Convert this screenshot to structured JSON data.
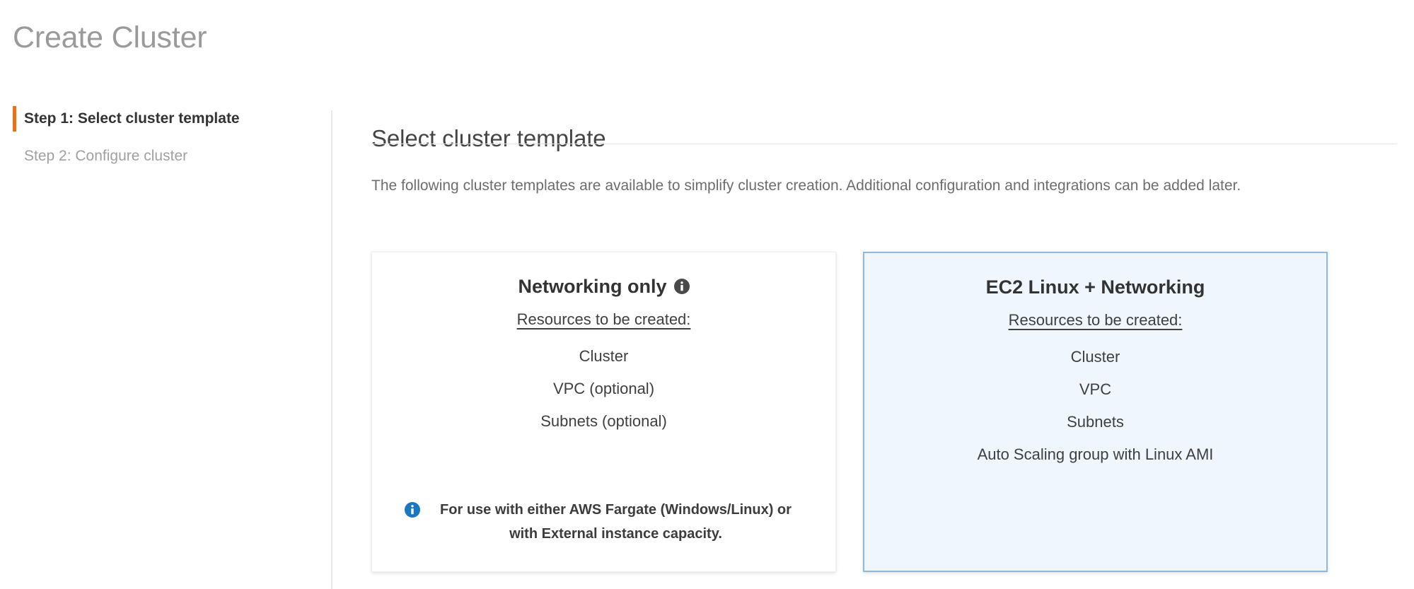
{
  "page": {
    "title": "Create Cluster"
  },
  "wizard": {
    "steps": [
      {
        "label": "Step 1: Select cluster template",
        "active": true
      },
      {
        "label": "Step 2: Configure cluster",
        "active": false
      }
    ],
    "active_marker_color": "#ec7211"
  },
  "main": {
    "heading": "Select cluster template",
    "description": "The following cluster templates are available to simplify cluster creation. Additional configuration and integrations can be added later."
  },
  "templates": [
    {
      "title": "Networking only",
      "title_icon": "info-icon",
      "resources_label": "Resources to be created:",
      "resources": [
        "Cluster",
        "VPC (optional)",
        "Subnets (optional)"
      ],
      "note_icon": "info-icon",
      "note": "For use with either AWS Fargate (Windows/Linux) or with External instance capacity.",
      "selected": false
    },
    {
      "title": "EC2 Linux + Networking",
      "resources_label": "Resources to be created:",
      "resources": [
        "Cluster",
        "VPC",
        "Subnets",
        "Auto Scaling group with Linux AMI"
      ],
      "selected": true
    }
  ],
  "colors": {
    "accent_orange": "#ec7211",
    "selected_card_bg": "#eff6fd",
    "selected_card_border": "#8fb8dd",
    "info_blue": "#1c77c3",
    "info_dark": "#4a4a4a"
  }
}
